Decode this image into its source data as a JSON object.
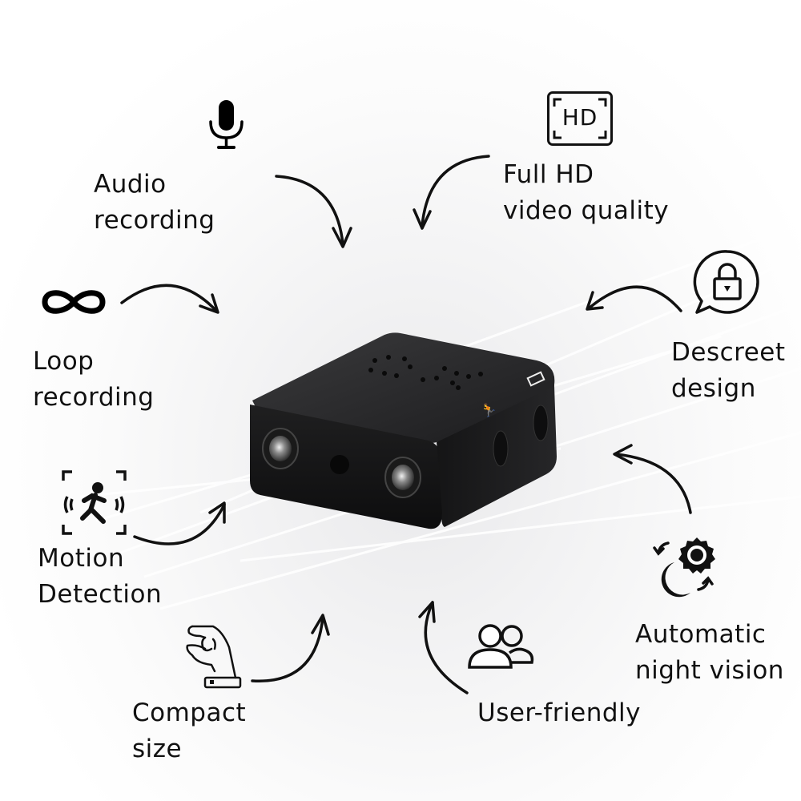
{
  "features": [
    {
      "id": "audio",
      "icon": "microphone-icon",
      "lines": [
        "Audio",
        "recording"
      ]
    },
    {
      "id": "hd",
      "icon": "hd-video-icon",
      "lines": [
        "Full HD",
        "video quality"
      ],
      "icon_text": "HD"
    },
    {
      "id": "loop",
      "icon": "infinity-icon",
      "lines": [
        "Loop",
        "recording"
      ],
      "icon_glyph": "∞"
    },
    {
      "id": "discreet",
      "icon": "lock-speech-bubble-icon",
      "lines": [
        "Descreet",
        "design"
      ]
    },
    {
      "id": "motion",
      "icon": "motion-detection-icon",
      "lines": [
        "Motion",
        "Detection"
      ]
    },
    {
      "id": "night",
      "icon": "day-night-switch-icon",
      "lines": [
        "Automatic",
        "night vision"
      ]
    },
    {
      "id": "compact",
      "icon": "pinching-hand-icon",
      "lines": [
        "Compact",
        "size"
      ]
    },
    {
      "id": "user",
      "icon": "users-icon",
      "lines": [
        "User-friendly"
      ]
    }
  ],
  "product": {
    "name": "mini camera",
    "color": "#1a1a1a"
  },
  "colors": {
    "text": "#111111",
    "background": "#ffffff"
  }
}
